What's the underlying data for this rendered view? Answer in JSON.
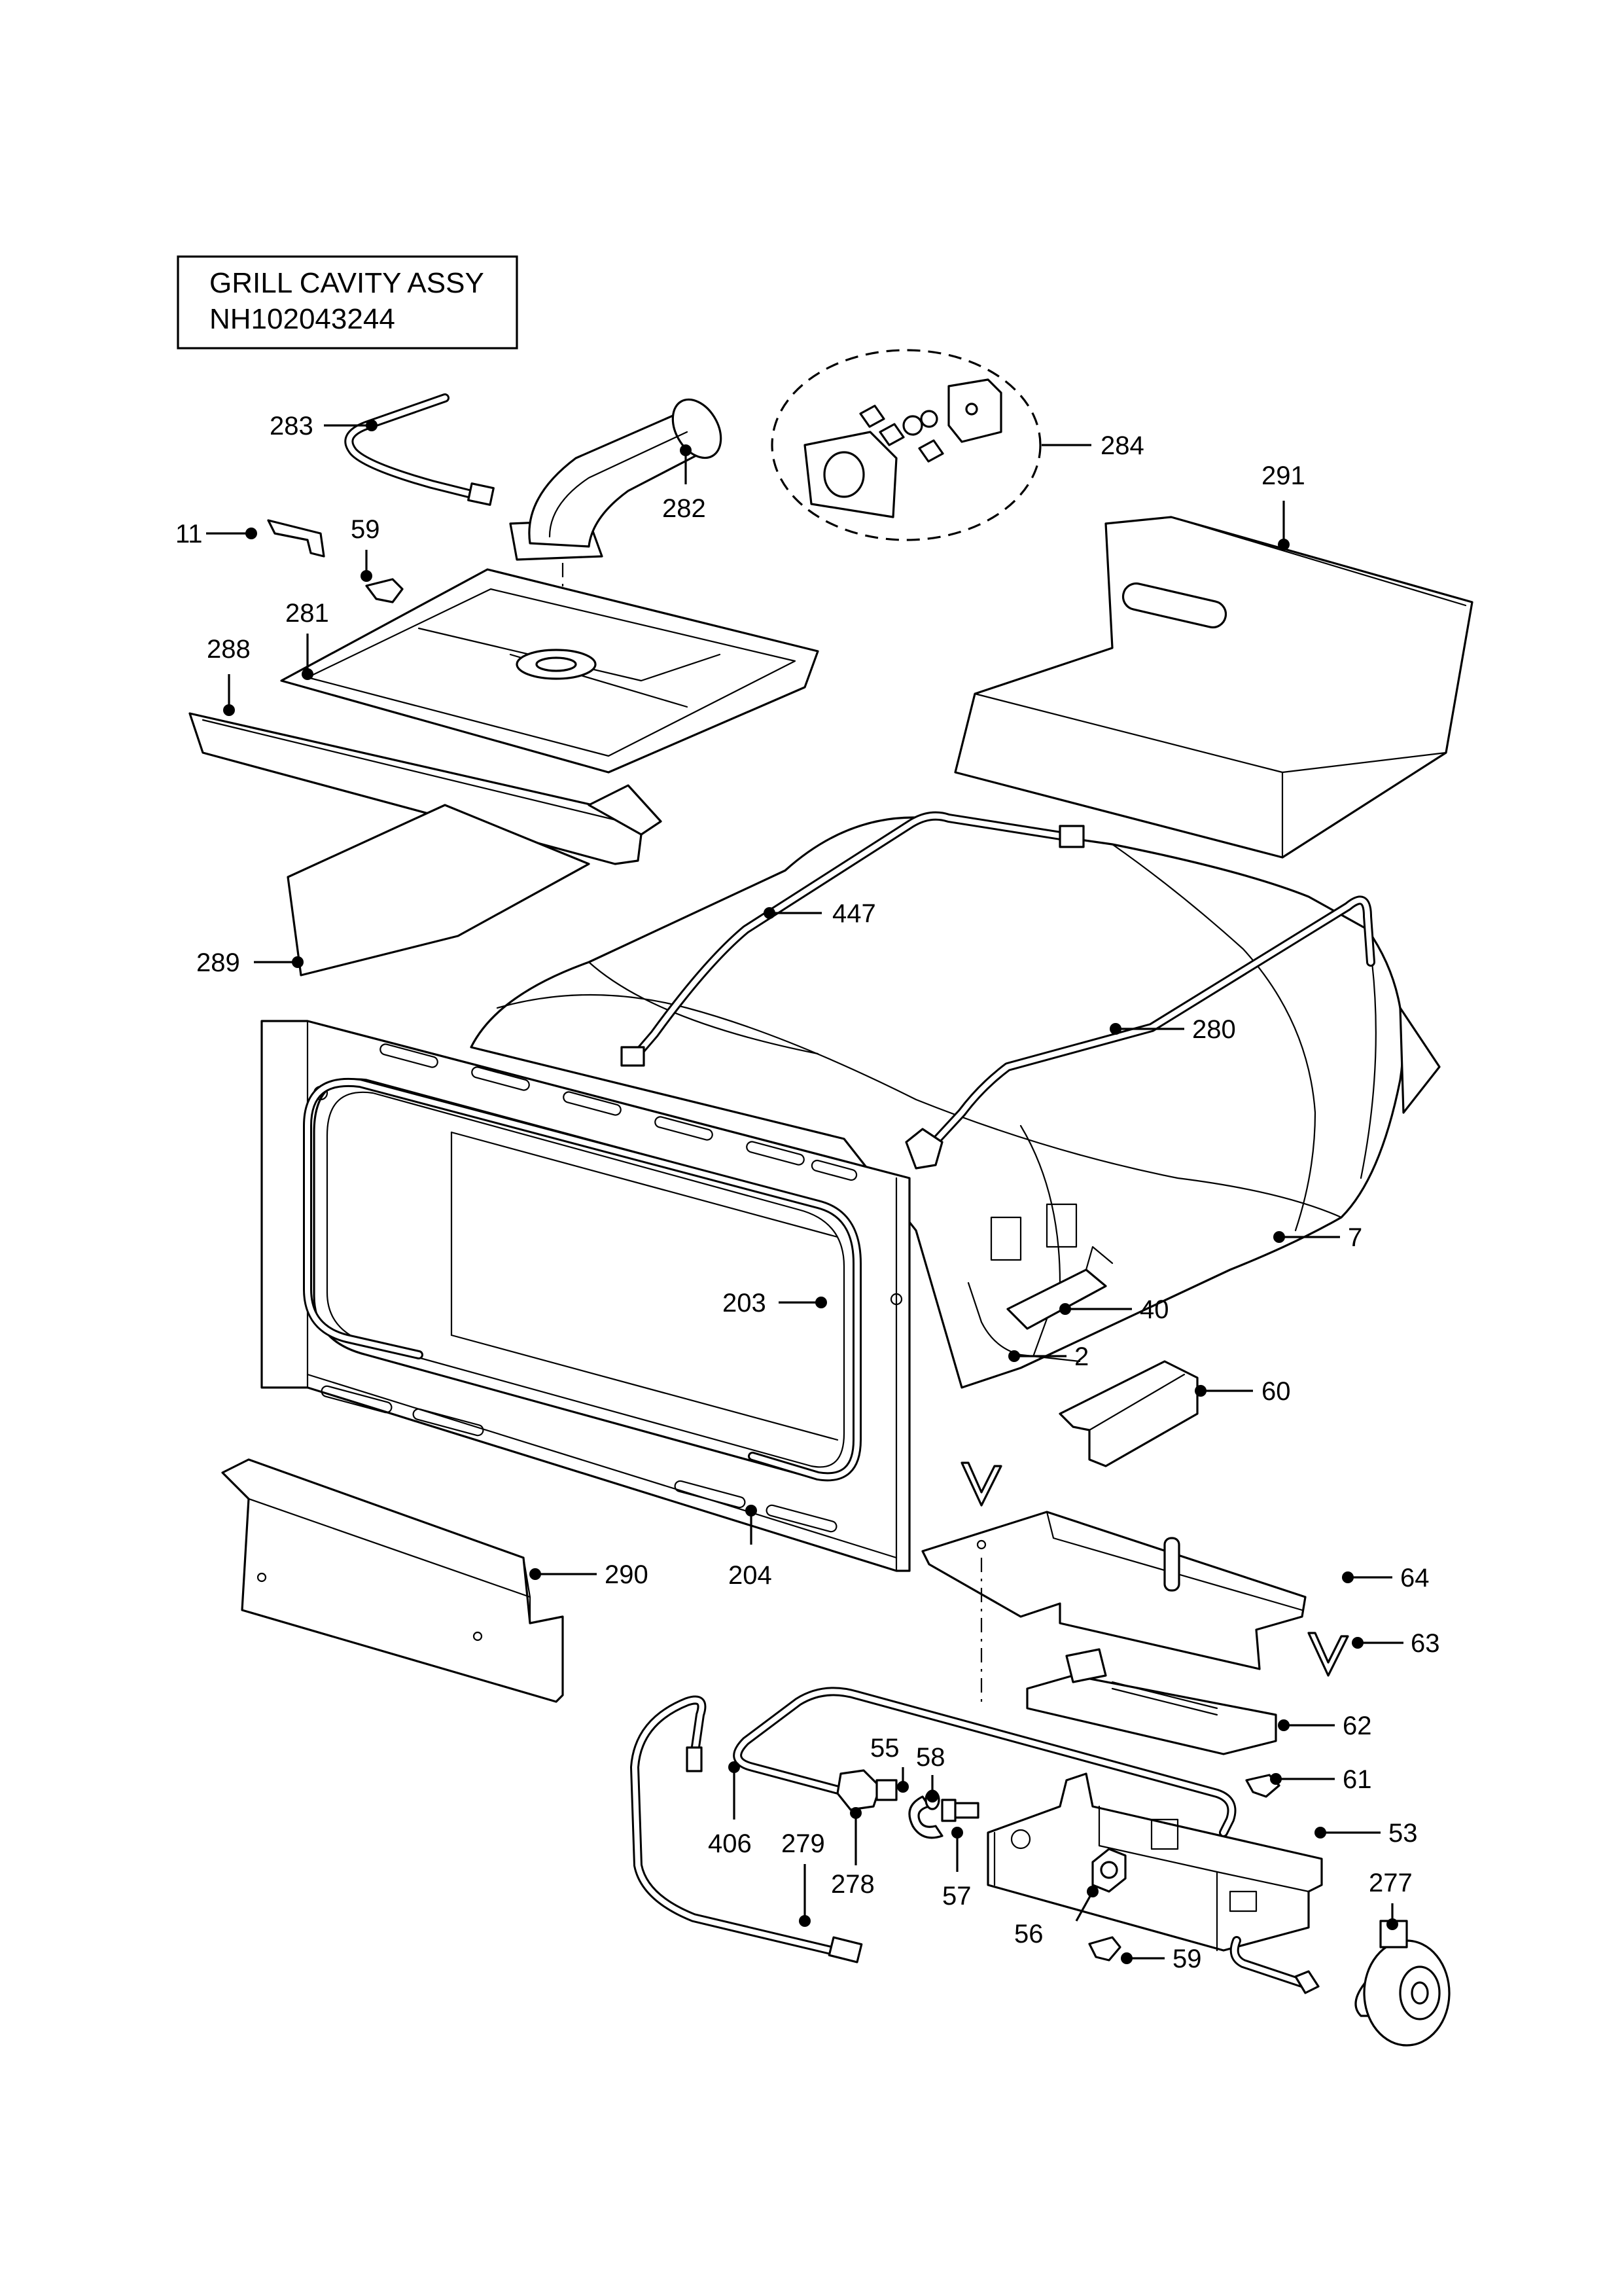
{
  "title_box": {
    "line1": "GRILL CAVITY ASSY",
    "line2": "NH102043244"
  },
  "callouts": [
    {
      "id": "283",
      "label": "283"
    },
    {
      "id": "282",
      "label": "282"
    },
    {
      "id": "284",
      "label": "284"
    },
    {
      "id": "291",
      "label": "291"
    },
    {
      "id": "11",
      "label": "11"
    },
    {
      "id": "59a",
      "label": "59"
    },
    {
      "id": "281",
      "label": "281"
    },
    {
      "id": "288",
      "label": "288"
    },
    {
      "id": "447",
      "label": "447"
    },
    {
      "id": "289",
      "label": "289"
    },
    {
      "id": "280",
      "label": "280"
    },
    {
      "id": "7",
      "label": "7"
    },
    {
      "id": "203",
      "label": "203"
    },
    {
      "id": "40",
      "label": "40"
    },
    {
      "id": "2",
      "label": "2"
    },
    {
      "id": "60",
      "label": "60"
    },
    {
      "id": "290",
      "label": "290"
    },
    {
      "id": "204",
      "label": "204"
    },
    {
      "id": "64",
      "label": "64"
    },
    {
      "id": "63",
      "label": "63"
    },
    {
      "id": "62",
      "label": "62"
    },
    {
      "id": "61",
      "label": "61"
    },
    {
      "id": "55",
      "label": "55"
    },
    {
      "id": "58",
      "label": "58"
    },
    {
      "id": "53",
      "label": "53"
    },
    {
      "id": "406",
      "label": "406"
    },
    {
      "id": "279",
      "label": "279"
    },
    {
      "id": "278",
      "label": "278"
    },
    {
      "id": "57",
      "label": "57"
    },
    {
      "id": "277",
      "label": "277"
    },
    {
      "id": "56",
      "label": "56"
    },
    {
      "id": "59b",
      "label": "59"
    }
  ]
}
